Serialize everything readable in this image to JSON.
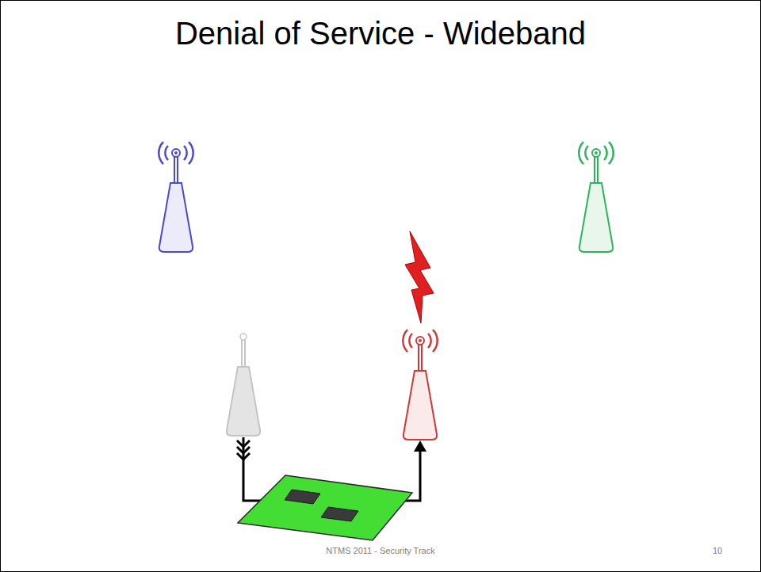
{
  "diagram": {
    "title": "Denial of Service - Wideband",
    "labels": [
      "NTMS 2011 - Security Track",
      "10"
    ]
  }
}
